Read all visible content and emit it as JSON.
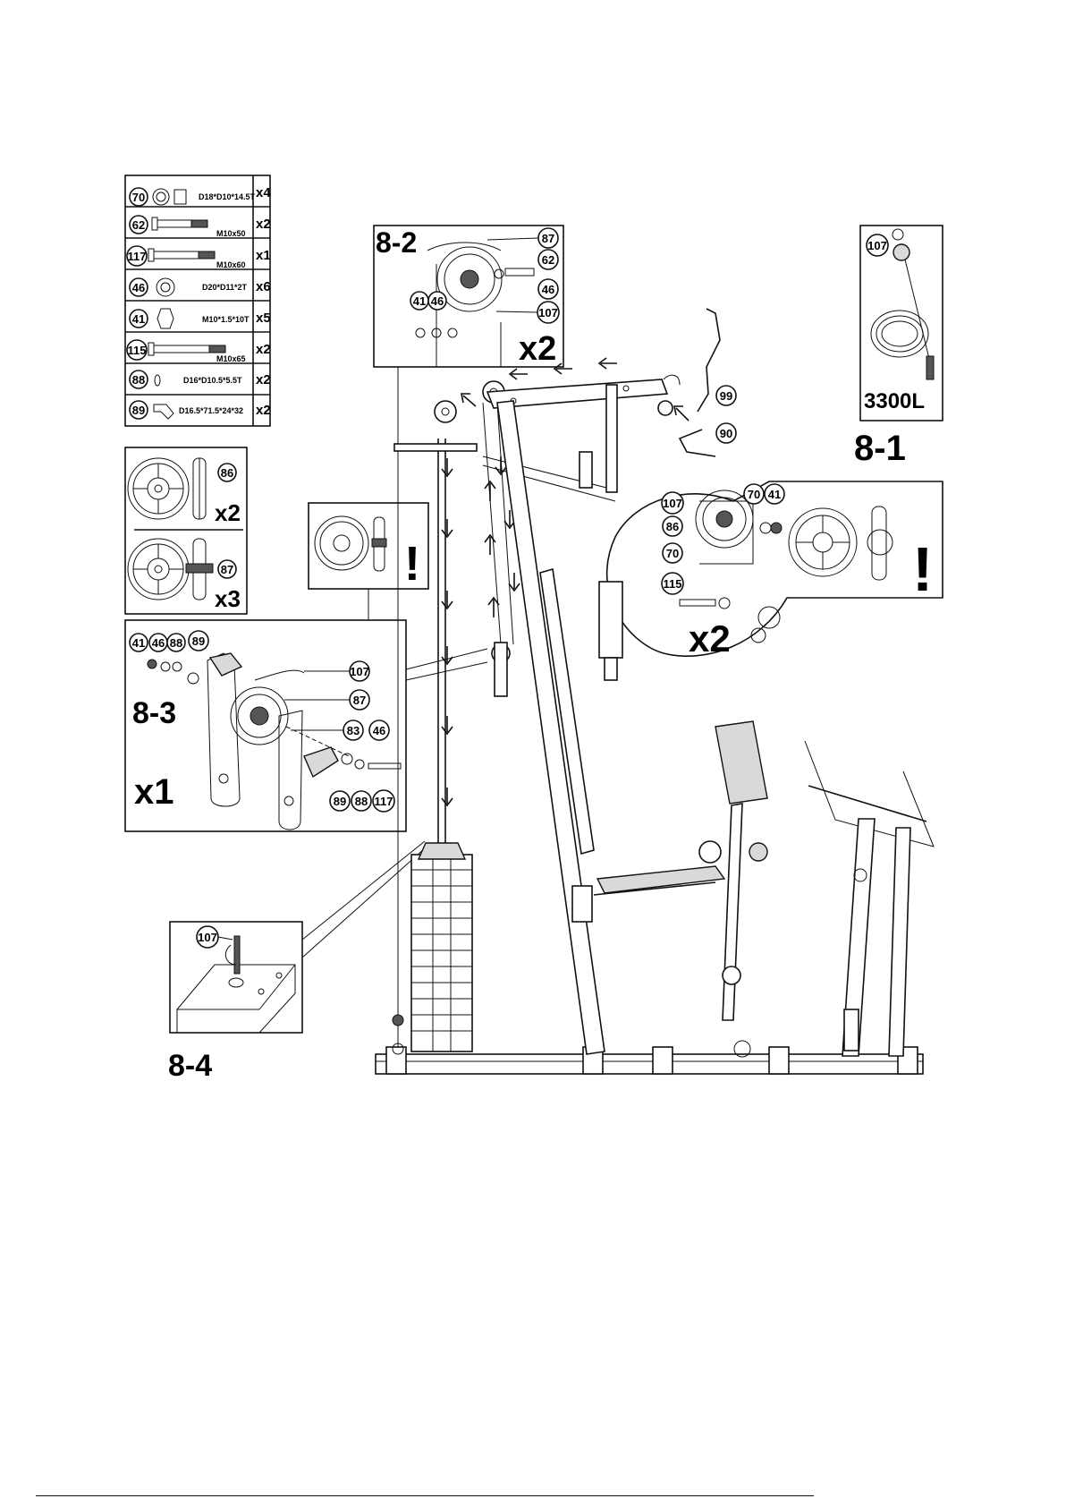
{
  "hardware_table": {
    "rows": [
      {
        "part": "70",
        "spec": "D18*D10*14.5T",
        "qty": "x4"
      },
      {
        "part": "62",
        "spec": "M10x50",
        "qty": "x2"
      },
      {
        "part": "117",
        "spec": "M10x60",
        "qty": "x1"
      },
      {
        "part": "46",
        "spec": "D20*D11*2T",
        "qty": "x6"
      },
      {
        "part": "41",
        "spec": "M10*1.5*10T",
        "qty": "x5"
      },
      {
        "part": "115",
        "spec": "M10x65",
        "qty": "x2"
      },
      {
        "part": "88",
        "spec": "D16*D10.5*5.5T",
        "qty": "x2"
      },
      {
        "part": "89",
        "spec": "D16.5*71.5*24*32",
        "qty": "x2"
      }
    ]
  },
  "pulley_legend": {
    "pulley_a": {
      "part": "86",
      "qty": "x2"
    },
    "pulley_b": {
      "part": "87",
      "qty": "x3"
    }
  },
  "detail_8_1": {
    "step": "8-1",
    "part": "107",
    "cable": "3300L"
  },
  "detail_8_2": {
    "step": "8-2",
    "qty": "x2",
    "parts": [
      "87",
      "62",
      "46",
      "107",
      "41",
      "46"
    ]
  },
  "detail_8_3": {
    "step": "8-3",
    "qty": "x1",
    "parts": [
      "41",
      "46",
      "88",
      "89",
      "107",
      "87",
      "83",
      "46",
      "89",
      "88",
      "117"
    ]
  },
  "detail_8_4": {
    "step": "8-4",
    "part": "107"
  },
  "detail_round": {
    "qty": "x2",
    "parts": [
      "107",
      "86",
      "70",
      "41",
      "70",
      "115"
    ]
  },
  "frame_callouts": {
    "handle_bar": "99",
    "hook": "90"
  },
  "warning_mark": "!"
}
